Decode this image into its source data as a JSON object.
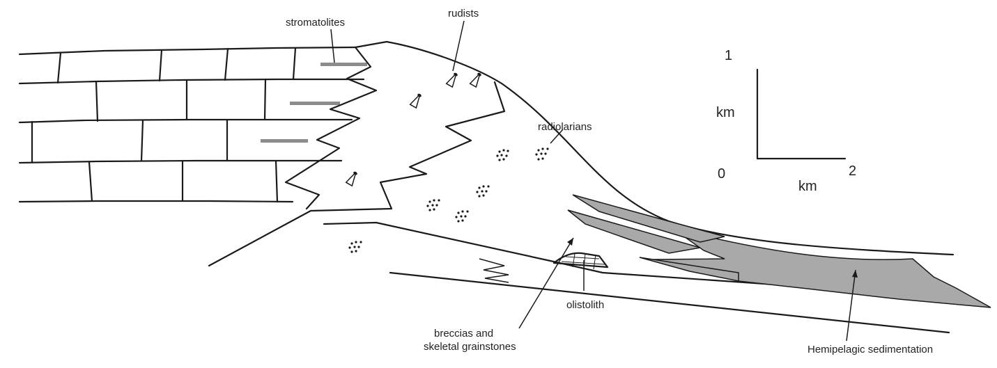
{
  "labels": {
    "stromatolites": "stromatolites",
    "rudists": "rudists",
    "radiolarians": "radiolarians",
    "olistolith": "olistolith",
    "breccias_line1": "breccias and",
    "breccias_line2": "skeletal grainstones",
    "hemipelagic": "Hemipelagic sedimentation"
  },
  "scale_bar": {
    "vertical_top": "1",
    "vertical_unit": "km",
    "origin": "0",
    "horizontal_unit": "km",
    "horizontal_end": "2"
  },
  "colors": {
    "line": "#1a1a1a",
    "text": "#222222",
    "hemipelagic_fill": "#a9a9a9",
    "stromatolite_fill": "#8c8c8c",
    "background": "#ffffff"
  }
}
